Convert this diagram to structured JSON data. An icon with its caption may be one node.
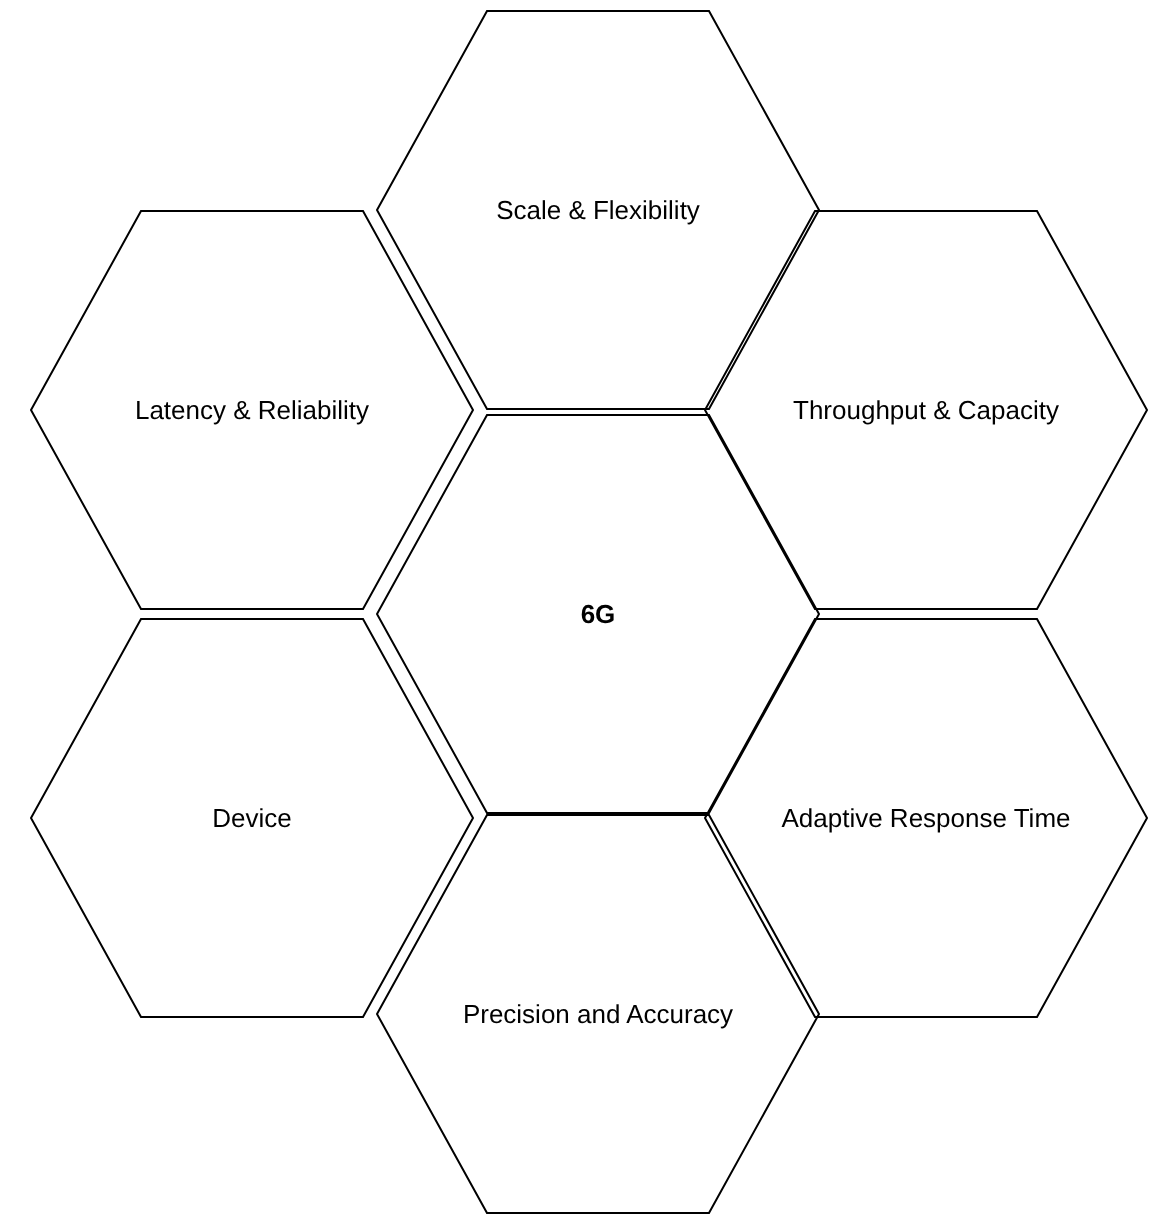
{
  "diagram": {
    "nodes": [
      {
        "text": [
          "Scale & Flexibility"
        ]
      },
      {
        "text": [
          "Latency & Reliability"
        ]
      },
      {
        "text": [
          "Throughput & Capacity"
        ]
      },
      {
        "text": [
          "**6G**"
        ]
      },
      {
        "text": [
          "Device"
        ]
      },
      {
        "text": [
          "Adaptive Response Time"
        ]
      },
      {
        "text": [
          "Precision and Accuracy"
        ]
      }
    ]
  }
}
